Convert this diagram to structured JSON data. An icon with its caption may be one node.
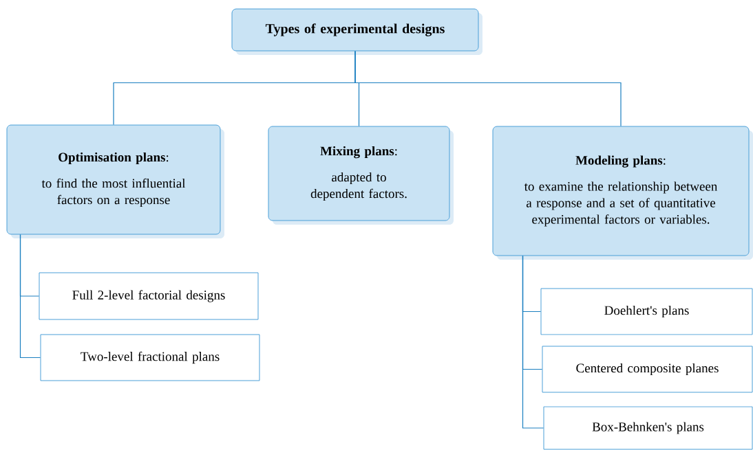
{
  "diagram": {
    "nodes": [
      {
        "text": [
          "Types of experimental designs"
        ]
      },
      {
        "text": [
          "**Optimisation plans**:",
          "to find the most influential factors on a response"
        ]
      },
      {
        "text": [
          "**Mixing plans**:",
          "adapted to dependent factors."
        ]
      },
      {
        "text": [
          "**Modeling plans**:",
          "to examine the relationship between a response and a set of quantitative experimental factors or variables."
        ]
      },
      {
        "text": [
          "Full 2-level factorial designs"
        ]
      },
      {
        "text": [
          "Two-level fractional plans"
        ]
      },
      {
        "text": [
          "Doehlert's plans"
        ]
      },
      {
        "text": [
          "Centered composite planes"
        ]
      },
      {
        "text": [
          "Box-Behnken's plans"
        ]
      }
    ],
    "edges": [
      {
        "from": 0,
        "to": 1,
        "arrow": "none"
      },
      {
        "from": 0,
        "to": 2,
        "arrow": "none"
      },
      {
        "from": 0,
        "to": 3,
        "arrow": "none"
      },
      {
        "from": 1,
        "to": 4,
        "arrow": "none"
      },
      {
        "from": 1,
        "to": 5,
        "arrow": "none"
      },
      {
        "from": 3,
        "to": 6,
        "arrow": "none"
      },
      {
        "from": 3,
        "to": 7,
        "arrow": "none"
      },
      {
        "from": 3,
        "to": 8,
        "arrow": "none"
      }
    ]
  }
}
